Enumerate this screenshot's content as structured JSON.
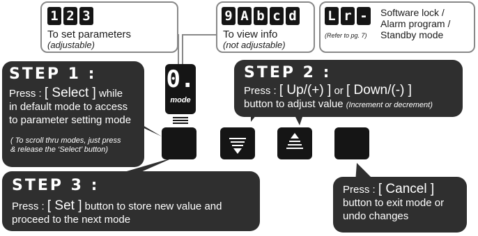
{
  "callouts": {
    "set_params": {
      "digits": [
        "1",
        "2",
        "3"
      ],
      "line1": "To set parameters",
      "line2": "(adjustable)"
    },
    "view_info": {
      "digits": [
        "9",
        "A",
        "b",
        "c",
        "d"
      ],
      "line1": "To view info",
      "line2": "(not adjustable)"
    },
    "software_lock": {
      "digits": [
        "L",
        "r",
        "-"
      ],
      "line1": "Software lock /",
      "line2": "Alarm program /",
      "line3": "Standby mode",
      "ref": "(Refer to pg. 7)"
    }
  },
  "display": {
    "digit": "0.",
    "label": "mode"
  },
  "step1": {
    "title": "STEP 1 :",
    "line1_pre": "Press :",
    "line1_key": "[ Select ]",
    "line1_post": "while",
    "line2": "in default mode to access",
    "line3": "to parameter setting mode",
    "note1": "( To scroll thru modes, just press",
    "note2": "& release the ‘Select’ button)"
  },
  "step2": {
    "title": "STEP 2 :",
    "line1_pre": "Press :",
    "line1_key1": "[ Up/(+) ]",
    "line1_or": "or",
    "line1_key2": "[ Down/(-) ]",
    "line2": "button to adjust value",
    "line2_note": "(Increment or decrement)"
  },
  "step3": {
    "title": "STEP 3 :",
    "line1_pre": "Press :",
    "line1_key": "[ Set ]",
    "line1_post": "button to store new value and",
    "line2": "proceed to the next mode"
  },
  "cancel": {
    "line1_pre": "Press :",
    "line1_key": "[ Cancel ]",
    "line2": "button to exit mode or",
    "line3": "undo changes"
  },
  "colors": {
    "panel": "#2f2f2f",
    "button": "#151515",
    "callout_border": "#888888"
  }
}
